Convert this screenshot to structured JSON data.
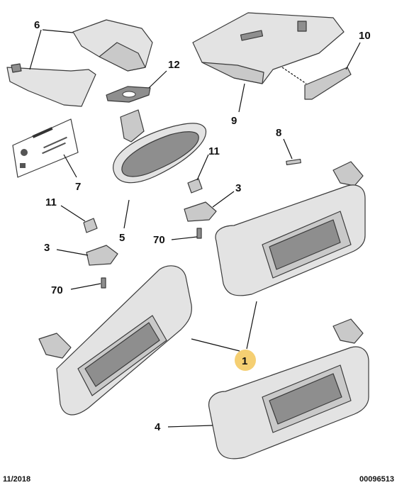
{
  "callouts": {
    "c6": "6",
    "c12": "12",
    "c10": "10",
    "c9": "9",
    "c7": "7",
    "c8": "8",
    "c11a": "11",
    "c11b": "11",
    "c3a": "3",
    "c3b": "3",
    "c5": "5",
    "c70a": "70",
    "c70b": "70",
    "c1": "1",
    "c4": "4"
  },
  "footer": {
    "date": "11/2018",
    "reference": "00096513"
  },
  "colors": {
    "highlight": "#f5cf72",
    "part_fill": "#e3e3e3",
    "line": "#111111"
  }
}
